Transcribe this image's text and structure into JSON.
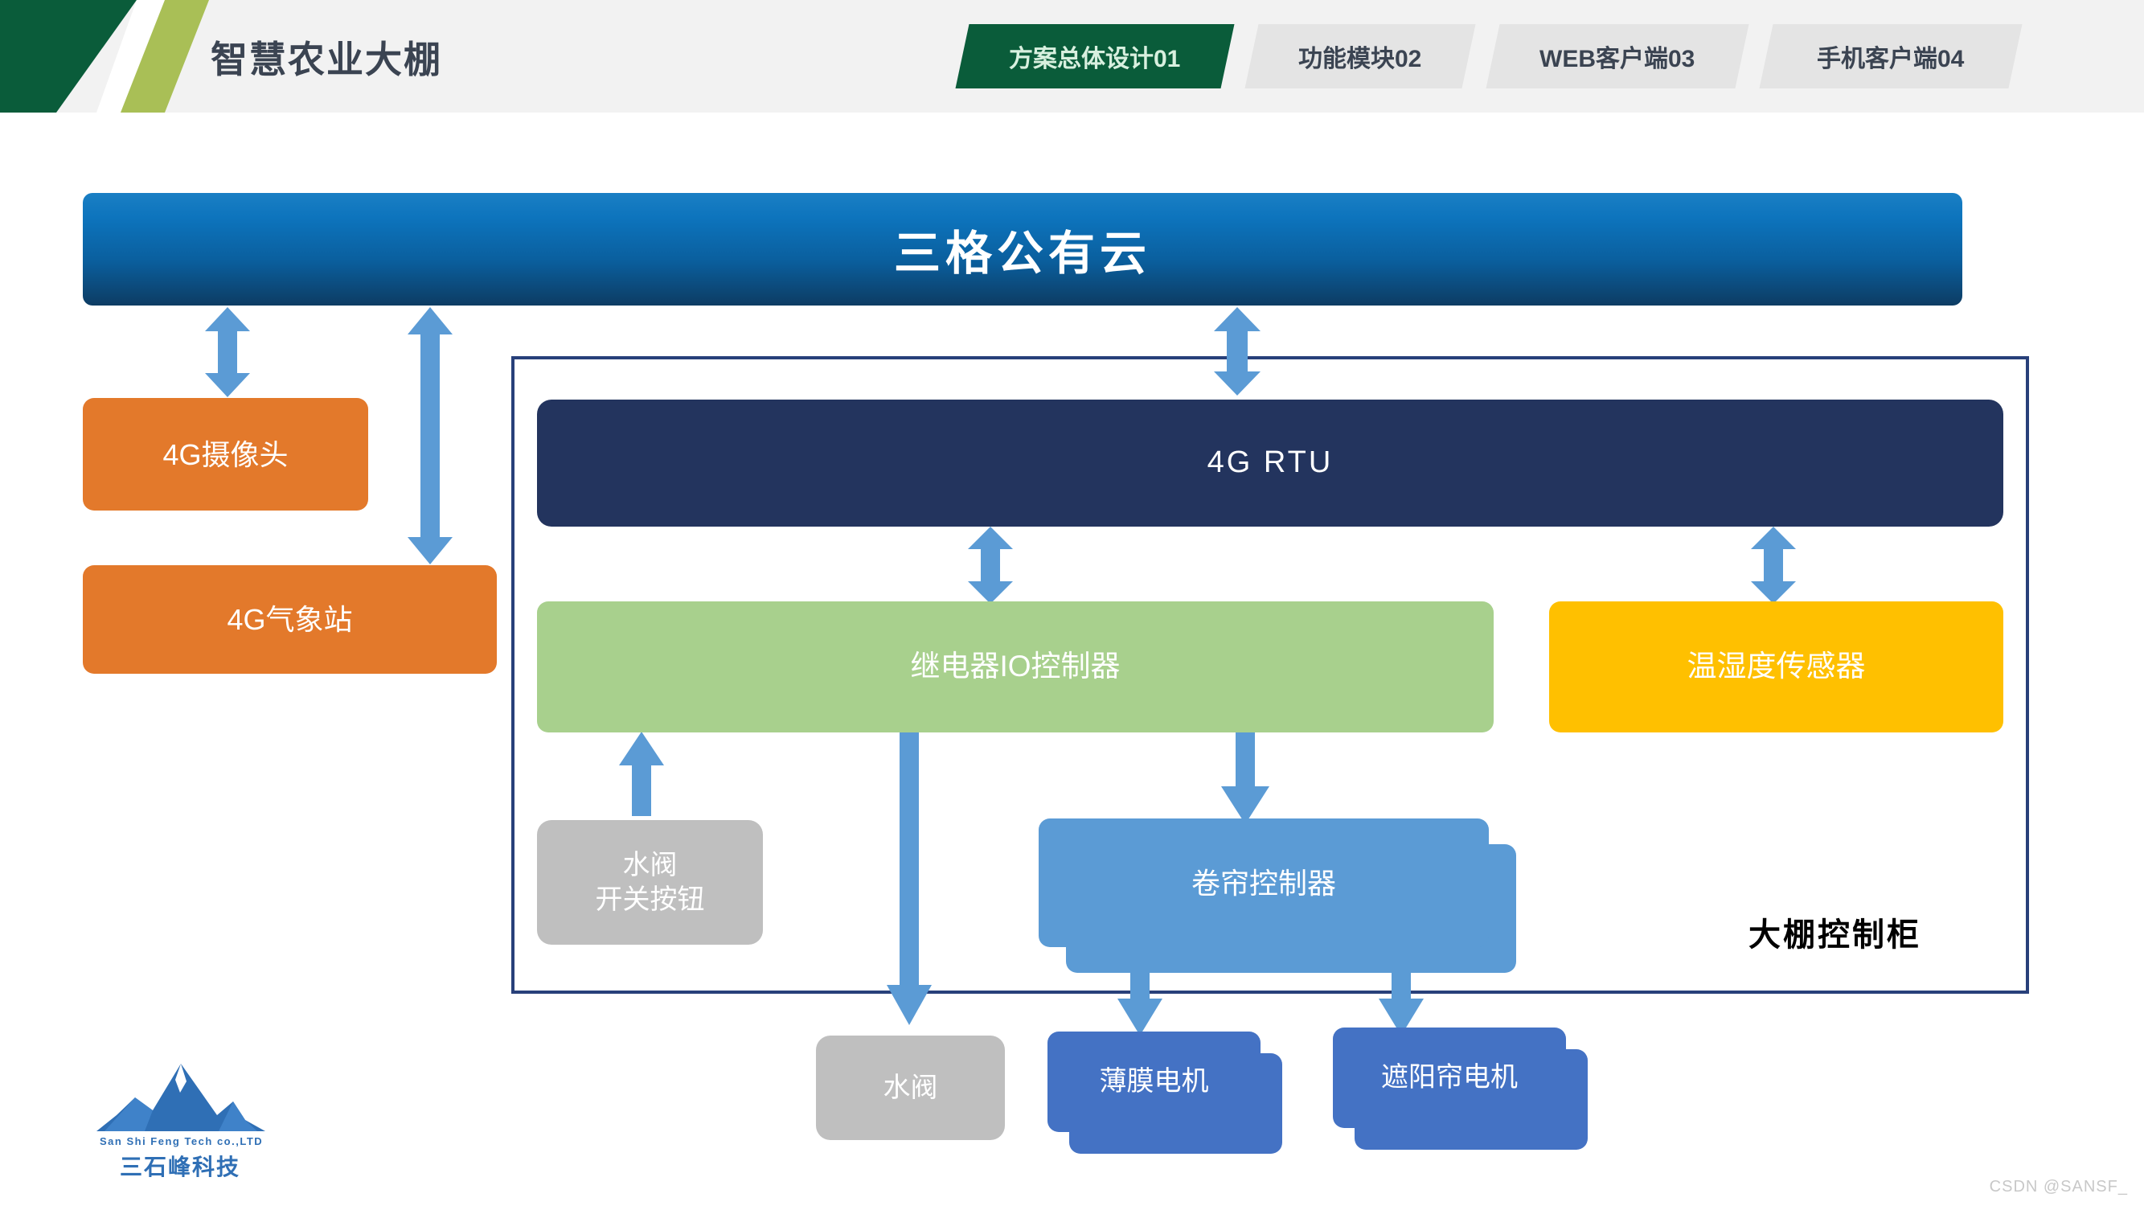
{
  "header": {
    "title": "智慧农业大棚",
    "tabs": [
      {
        "label": "方案总体设计01",
        "active": true
      },
      {
        "label": "功能模块02",
        "active": false
      },
      {
        "label": "WEB客户端03",
        "active": false
      },
      {
        "label": "手机客户端04",
        "active": false
      }
    ],
    "colors": {
      "green": "#0a5c3a",
      "lime": "#a9bf56",
      "bar": "#f2f2f2",
      "title_text": "#3b4452"
    }
  },
  "diagram": {
    "cloud": {
      "label": "三格公有云",
      "color_top": "#1a7fc4",
      "color_bottom": "#0d3c63"
    },
    "cabinet": {
      "label": "大棚控制柜",
      "border_color": "#28407a"
    },
    "nodes": {
      "camera": {
        "label": "4G摄像头",
        "color": "#e3792b"
      },
      "weather": {
        "label": "4G气象站",
        "color": "#e3792b"
      },
      "rtu": {
        "label": "4G RTU",
        "color": "#23345e"
      },
      "relay": {
        "label": "继电器IO控制器",
        "color": "#a8d08d"
      },
      "th_sensor": {
        "label": "温湿度传感器",
        "color": "#ffc000"
      },
      "valve_button": {
        "label_line1": "水阀",
        "label_line2": "开关按钮",
        "color": "#bfbfbf"
      },
      "curtain_ctrl": {
        "label": "卷帘控制器",
        "color": "#5b9bd5"
      },
      "water_valve": {
        "label": "水阀",
        "color": "#bfbfbf"
      },
      "film_motor": {
        "label": "薄膜电机",
        "color": "#4472c4"
      },
      "shade_motor": {
        "label": "遮阳帘电机",
        "color": "#4472c4"
      }
    },
    "arrow_color": "#5b9bd5"
  },
  "footer": {
    "logo_en": "San Shi Feng Tech co.,LTD",
    "logo_cn": "三石峰科技",
    "watermark": "CSDN @SANSF_"
  }
}
